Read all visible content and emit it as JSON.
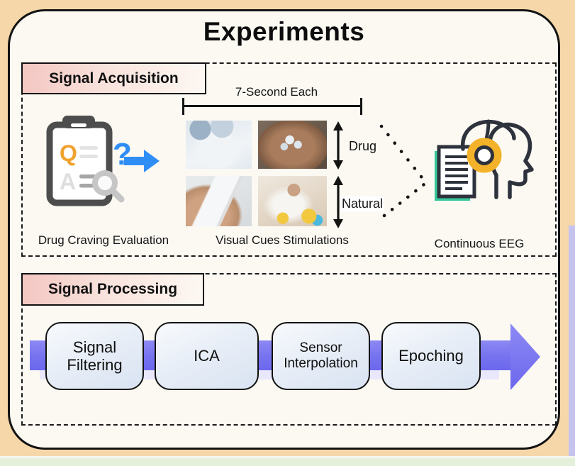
{
  "title": "Experiments",
  "acquisition": {
    "label": "Signal Acquisition",
    "duration_label": "7-Second Each",
    "cue_groups": [
      {
        "label": "Drug"
      },
      {
        "label": "Natural"
      }
    ],
    "cue_images": [
      "crystal-drug-spill-photo",
      "hand-holding-drug-photo",
      "hand-holding-white-bottle-photo",
      "person-cleaning-photo"
    ],
    "captions": {
      "evaluation": "Drug Craving Evaluation",
      "cues": "Visual Cues Stimulations",
      "eeg": "Continuous EEG"
    }
  },
  "processing": {
    "label": "Signal Processing",
    "steps": [
      {
        "label": "Signal Filtering"
      },
      {
        "label": "ICA"
      },
      {
        "label": "Sensor Interpolation"
      },
      {
        "label": "Epoching"
      }
    ]
  },
  "icons": {
    "questionnaire": "clipboard-question-icon",
    "eeg": "head-with-headphones-icon",
    "flow": "right-arrow-band"
  },
  "colors": {
    "page_background": "#f6d7a9",
    "panel_background": "#fbf9f2",
    "label_pink": "#f3c6c1",
    "flow_purple": "#7672ef",
    "step_box_blue": "#d9e3f2",
    "accent_teal": "#35c79a",
    "accent_yellow": "#f3b229",
    "accent_blue": "#2f8ef5",
    "accent_orange": "#f0a22e",
    "right_strip_lavender": "#c6c4ef",
    "bottom_strip_green": "#e5f0da"
  }
}
